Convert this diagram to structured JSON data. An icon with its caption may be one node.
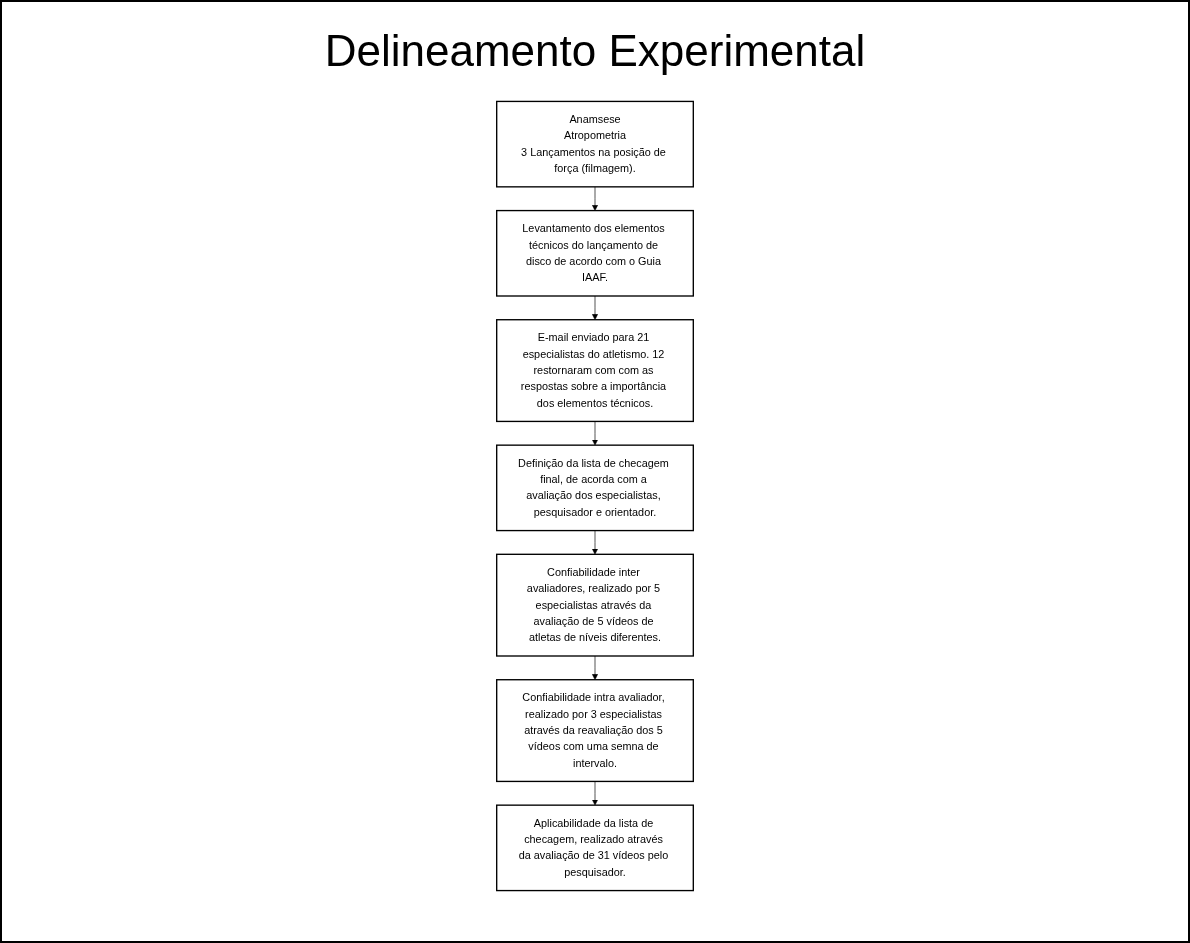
{
  "diagram": {
    "title": "Delineamento Experimental",
    "nodes": [
      {
        "text": [
          "Anamsese",
          "Atropometria",
          "3 Lançamentos na posição de força (filmagem)."
        ]
      },
      {
        "text": [
          "Levantamento dos elementos técnicos do lançamento de disco de acordo com o Guia IAAF."
        ]
      },
      {
        "text": [
          "E-mail enviado para 21 especialistas do atletismo. 12 restornaram com com as respostas sobre a importância dos elementos técnicos."
        ]
      },
      {
        "text": [
          "Definição da lista de checagem final, de acorda com a avaliação dos especialistas, pesquisador e orientador."
        ]
      },
      {
        "text": [
          "Confiabilidade inter avaliadores, realizado por 5 especialistas através da avaliação de 5 vídeos de atletas de níveis diferentes."
        ]
      },
      {
        "text": [
          "Confiabilidade intra avaliador, realizado por 3 especialistas através da reavaliação dos 5 vídeos com uma semna de intervalo."
        ]
      },
      {
        "text": [
          "Aplicabilidade da lista de checagem, realizado através da avaliação de 31 vídeos pelo pesquisador."
        ]
      }
    ],
    "edges": [
      {
        "from": 0,
        "to": 1,
        "arrow": "to"
      },
      {
        "from": 1,
        "to": 2,
        "arrow": "to"
      },
      {
        "from": 2,
        "to": 3,
        "arrow": "to"
      },
      {
        "from": 3,
        "to": 4,
        "arrow": "to"
      },
      {
        "from": 4,
        "to": 5,
        "arrow": "to"
      },
      {
        "from": 5,
        "to": 6,
        "arrow": "to"
      }
    ]
  }
}
